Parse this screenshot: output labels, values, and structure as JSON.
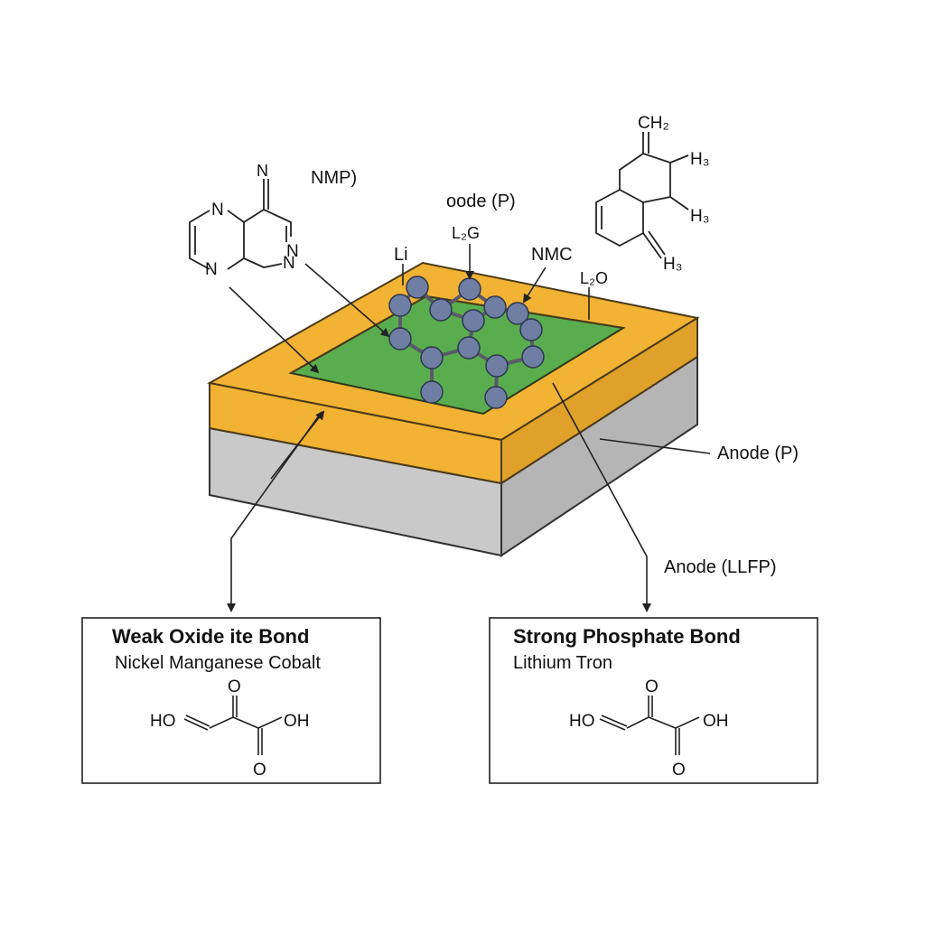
{
  "colors": {
    "frame": "#f2b233",
    "frame_side": "#e0a12a",
    "frame_edge": "#4a3a1a",
    "active_layer": "#5aad4e",
    "base_top": "#d6d6d6",
    "base_front": "#c9c9c9",
    "base_side": "#b5b5b5",
    "atom": "#6f7fa3",
    "bond": "#5a5a6a",
    "line": "#222222"
  },
  "labels": {
    "nmp": "NMP)",
    "nmp_n": "N",
    "oode": "oode (P)",
    "l2g": "L₂G",
    "li": "Li",
    "nmc": "NMC",
    "l2o": "L₂O",
    "anode_p": "Anode (P)",
    "anode_lfp": "Anode (LLFP)"
  },
  "molecule_left": {
    "atoms": [
      "N",
      "N",
      "N",
      "N"
    ]
  },
  "molecule_right": {
    "groups": [
      "CH₂",
      "H₃",
      "H₃",
      "H₃"
    ]
  },
  "box_left": {
    "title": "Weak Oxide ite Bond",
    "subtitle": "Nickel Manganese Cobalt",
    "ho": "HO",
    "oh": "OH",
    "o_top": "O",
    "o_bottom": "O"
  },
  "box_right": {
    "title": "Strong Phosphate Bond",
    "subtitle": "Lithium Tron",
    "ho": "HO",
    "oh": "OH",
    "o_top": "O",
    "o_bottom": "O"
  }
}
